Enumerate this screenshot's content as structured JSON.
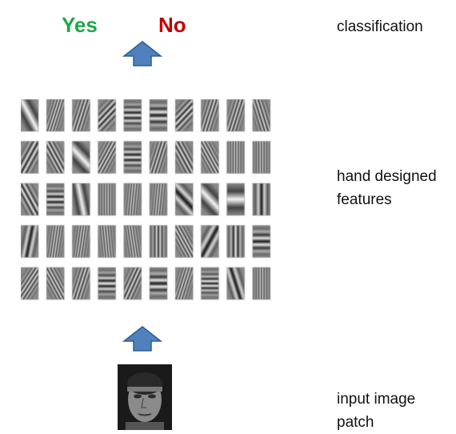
{
  "output": {
    "yes_label": "Yes",
    "no_label": "No"
  },
  "side_labels": {
    "classification": [
      "classification"
    ],
    "features": [
      "hand designed",
      "features"
    ],
    "input": [
      "input image",
      "patch"
    ]
  },
  "colors": {
    "yes": "#1ea84a",
    "no": "#c00000",
    "arrow": "#4f81bd",
    "arrow_stroke": "#2f5f91"
  },
  "icons": {
    "arrow": "arrow-up-icon"
  },
  "filter_bank": {
    "rows": 5,
    "cols": 10
  },
  "input_image": {
    "description_icon": "face-photo"
  }
}
